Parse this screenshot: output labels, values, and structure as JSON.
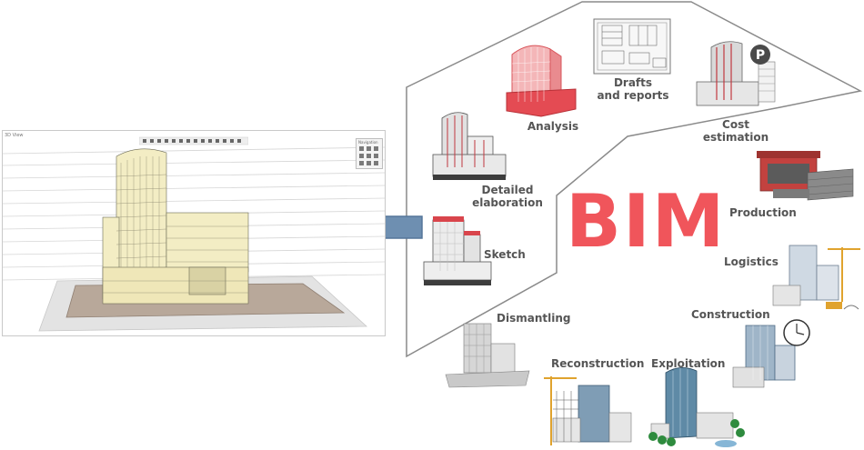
{
  "diagram": {
    "center_label": "BIM",
    "stages": {
      "analysis": "Analysis",
      "drafts": [
        "Drafts",
        "and reports"
      ],
      "cost": "Cost estimation",
      "detailed": [
        "Detailed",
        "elaboration"
      ],
      "sketch": "Sketch",
      "production": "Production",
      "logistics": "Logistics",
      "construction": "Construction",
      "dismantling": "Dismantling",
      "reconstruction": "Reconstruction",
      "exploitation": "Exploitation"
    }
  },
  "viewer": {
    "tab_label": "3D View",
    "palette_title": "Navigation"
  },
  "colors": {
    "bim_red": "#f0555b",
    "arrow_blue": "#6e8fb1",
    "outline_gray": "#8a8a8a",
    "model_yellow": "#f3edc4"
  }
}
